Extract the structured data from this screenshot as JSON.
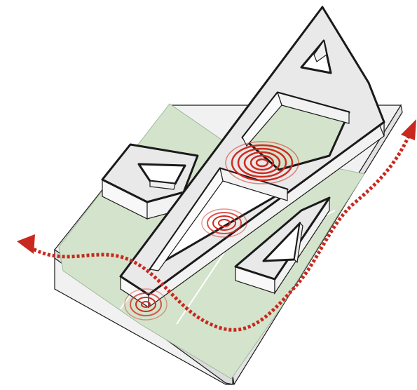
{
  "colors": {
    "background": "#ffffff",
    "site_slab": "#f1f1f1",
    "green_zone": "#d4e4cc",
    "building_top": "#e9e9e9",
    "building_side": "#f8f8f8",
    "outline": "#1a1a1a",
    "path_red": "#c8281e",
    "ripple_red": "#cf2a1f"
  },
  "elements": {
    "site_slab": "site-slab",
    "green_zone": "green-zone",
    "main_building": "triangular-building",
    "left_wing": "left-wing-building",
    "right_wing": "right-wing-building",
    "circulation_path": "dotted-arrow-path",
    "focal_points": [
      "ripple-large",
      "ripple-medium",
      "ripple-small"
    ]
  }
}
